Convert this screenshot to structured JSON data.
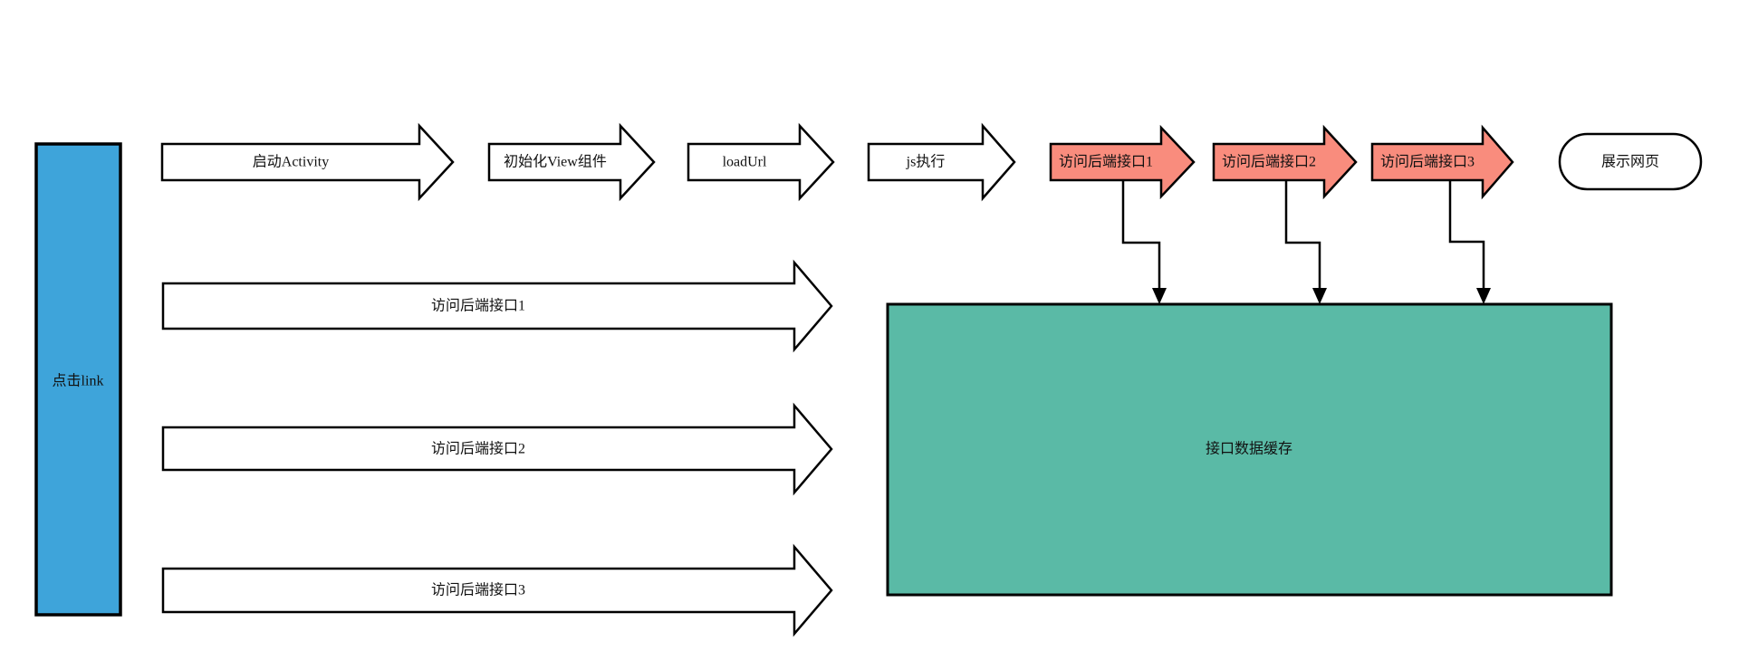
{
  "diagram": {
    "source_node": {
      "label": "点击link",
      "fill": "#3EA4DA"
    },
    "top_flow": [
      {
        "label": "启动Activity",
        "fill": "#FFFFFF"
      },
      {
        "label": "初始化View组件",
        "fill": "#FFFFFF"
      },
      {
        "label": "loadUrl",
        "fill": "#FFFFFF"
      },
      {
        "label": "js执行",
        "fill": "#FFFFFF"
      },
      {
        "label": "访问后端接口1",
        "fill": "#F98C7D"
      },
      {
        "label": "访问后端接口2",
        "fill": "#F98C7D"
      },
      {
        "label": "访问后端接口3",
        "fill": "#F98C7D"
      }
    ],
    "end_node": {
      "label": "展示网页",
      "fill": "#FFFFFF"
    },
    "long_arrows": [
      {
        "label": "访问后端接口1",
        "fill": "#FFFFFF"
      },
      {
        "label": "访问后端接口2",
        "fill": "#FFFFFF"
      },
      {
        "label": "访问后端接口3",
        "fill": "#FFFFFF"
      }
    ],
    "cache_box": {
      "label": "接口数据缓存",
      "fill": "#5ABAA6"
    },
    "colors": {
      "stroke": "#000000",
      "background": "#FFFFFF",
      "accent_blue": "#3EA4DA",
      "accent_salmon": "#F98C7D",
      "accent_teal": "#5ABAA6"
    }
  }
}
